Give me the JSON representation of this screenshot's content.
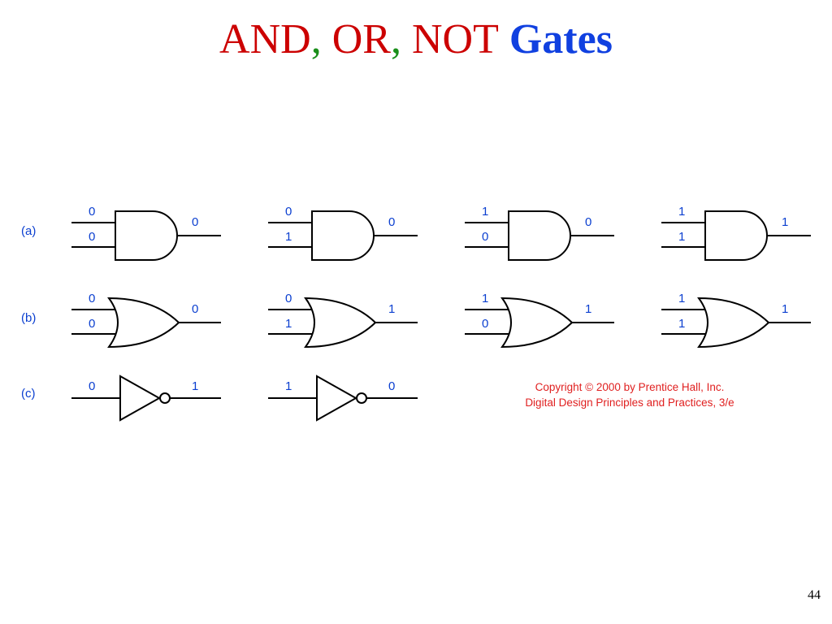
{
  "title": {
    "parts": [
      {
        "text": "AND",
        "color": "#cc0000",
        "bold": false
      },
      {
        "text": ",",
        "color": "#1a8f1a",
        "bold": false
      },
      {
        "text": " OR",
        "color": "#cc0000",
        "bold": false
      },
      {
        "text": ",",
        "color": "#1a8f1a",
        "bold": false
      },
      {
        "text": " NOT",
        "color": "#cc0000",
        "bold": false
      },
      {
        "text": " Gates",
        "color": "#1040e0",
        "bold": true
      }
    ]
  },
  "colors": {
    "label": "#0b3fd0",
    "copyright": "#e02020",
    "line": "#000000"
  },
  "rows": [
    {
      "label": "(a)",
      "gate_type": "and",
      "gates": [
        {
          "inputs": [
            "0",
            "0"
          ],
          "output": "0"
        },
        {
          "inputs": [
            "0",
            "1"
          ],
          "output": "0"
        },
        {
          "inputs": [
            "1",
            "0"
          ],
          "output": "0"
        },
        {
          "inputs": [
            "1",
            "1"
          ],
          "output": "1"
        }
      ]
    },
    {
      "label": "(b)",
      "gate_type": "or",
      "gates": [
        {
          "inputs": [
            "0",
            "0"
          ],
          "output": "0"
        },
        {
          "inputs": [
            "0",
            "1"
          ],
          "output": "1"
        },
        {
          "inputs": [
            "1",
            "0"
          ],
          "output": "1"
        },
        {
          "inputs": [
            "1",
            "1"
          ],
          "output": "1"
        }
      ]
    },
    {
      "label": "(c)",
      "gate_type": "not",
      "gates": [
        {
          "inputs": [
            "0"
          ],
          "output": "1"
        },
        {
          "inputs": [
            "1"
          ],
          "output": "0"
        }
      ]
    }
  ],
  "copyright": {
    "line1": "Copyright © 2000 by Prentice Hall, Inc.",
    "line2": "Digital Design Principles and Practices, 3/e"
  },
  "page_number": "44"
}
